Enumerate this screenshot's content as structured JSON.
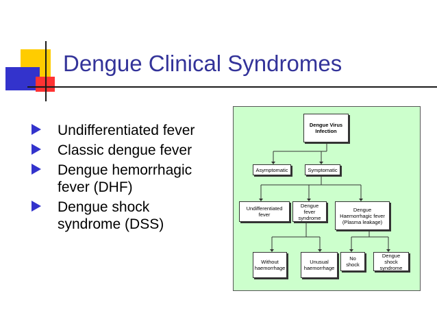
{
  "slide": {
    "title": "Dengue Clinical Syndromes",
    "bullets": [
      "Undifferentiated fever",
      "Classic dengue fever",
      "Dengue hemorrhagic fever (DHF)",
      "Dengue shock syndrome (DSS)"
    ]
  },
  "diagram": {
    "root": "Dengue Virus Infection",
    "level1": [
      "Asymptomatic",
      "Symptomatic"
    ],
    "level2": [
      "Undifferentiated fever",
      "Dengue fever syndrome",
      "Dengue Haemorrhagic fever (Plasma leakage)"
    ],
    "level3": [
      "Without haemorrhage",
      "Unusual haemorrhage",
      "No shock",
      "Dengue shock syndrome"
    ]
  },
  "colors": {
    "title": "#333399",
    "bullet": "#3333cc",
    "diagram_bg": "#ccffcc",
    "accent_yellow": "#ffcc00",
    "accent_red": "#ff3333"
  }
}
